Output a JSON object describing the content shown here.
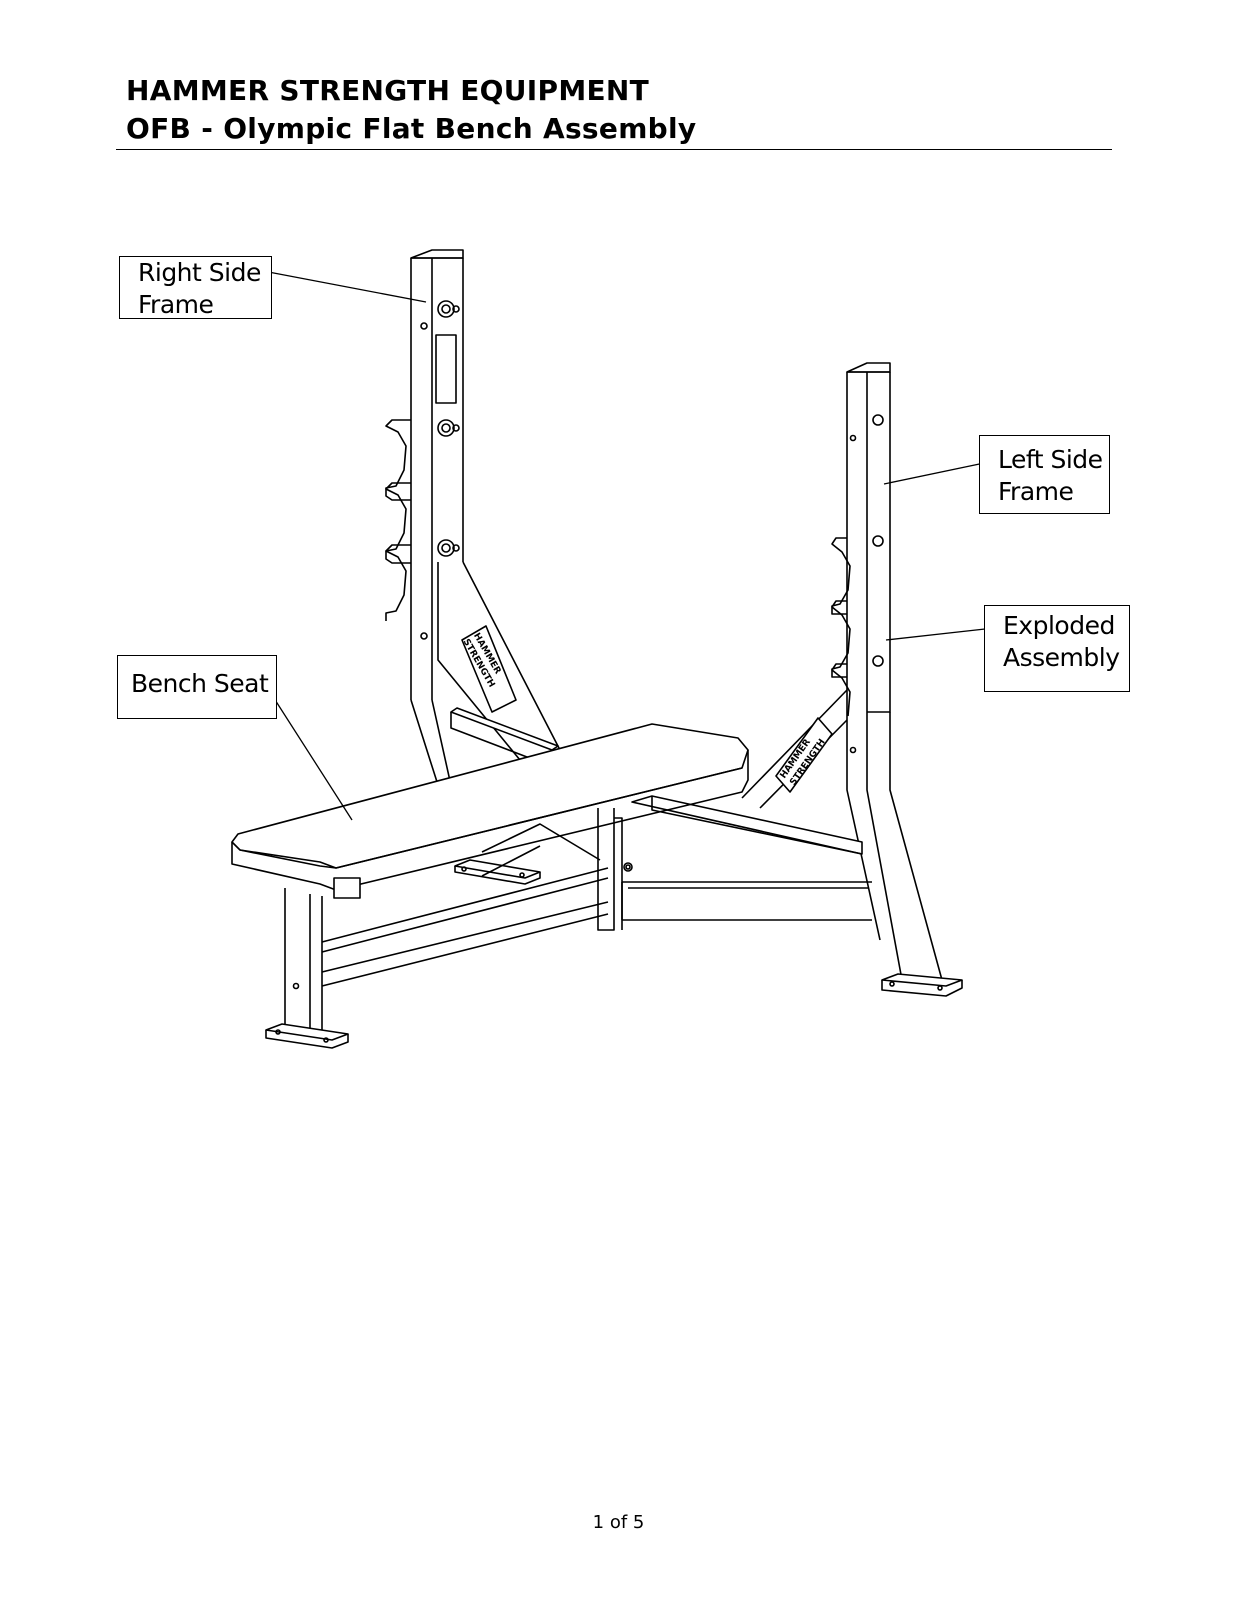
{
  "document": {
    "company": "HAMMER STRENGTH EQUIPMENT",
    "title": "OFB - Olympic Flat Bench Assembly"
  },
  "callouts": {
    "right_side_frame": {
      "line1": "Right Side",
      "line2": "Frame"
    },
    "left_side_frame": {
      "line1": "Left Side",
      "line2": "Frame"
    },
    "exploded_assembly": {
      "line1": "Exploded",
      "line2": "Assembly"
    },
    "bench_seat": {
      "line1": "Bench Seat"
    }
  },
  "decals": {
    "logo_line1": "HAMMER",
    "logo_line2": "STRENGTH"
  },
  "footer": {
    "page_indicator": "1 of 5"
  }
}
